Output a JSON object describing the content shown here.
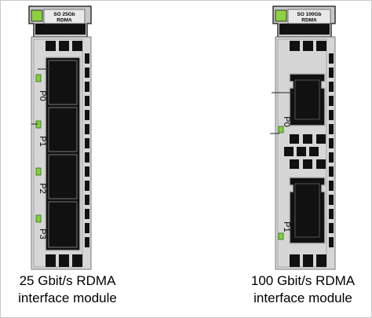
{
  "modules": [
    {
      "badge_line1": "SO 25Gb",
      "badge_line2": "RDMA",
      "ports": [
        "P0",
        "P1",
        "P2",
        "P3"
      ],
      "caption_line1": "25 Gbit/s RDMA",
      "caption_line2": "interface module"
    },
    {
      "badge_line1": "SO 100Gb",
      "badge_line2": "RDMA",
      "ports": [
        "P0",
        "P1"
      ],
      "caption_line1": "100 Gbit/s RDMA",
      "caption_line2": "interface module"
    }
  ],
  "colors": {
    "panel": "#d6d6d6",
    "panel_border": "#7a7a7a",
    "port": "#111111",
    "led_green": "#7ed23a",
    "badge_square": "#8dd13e"
  }
}
